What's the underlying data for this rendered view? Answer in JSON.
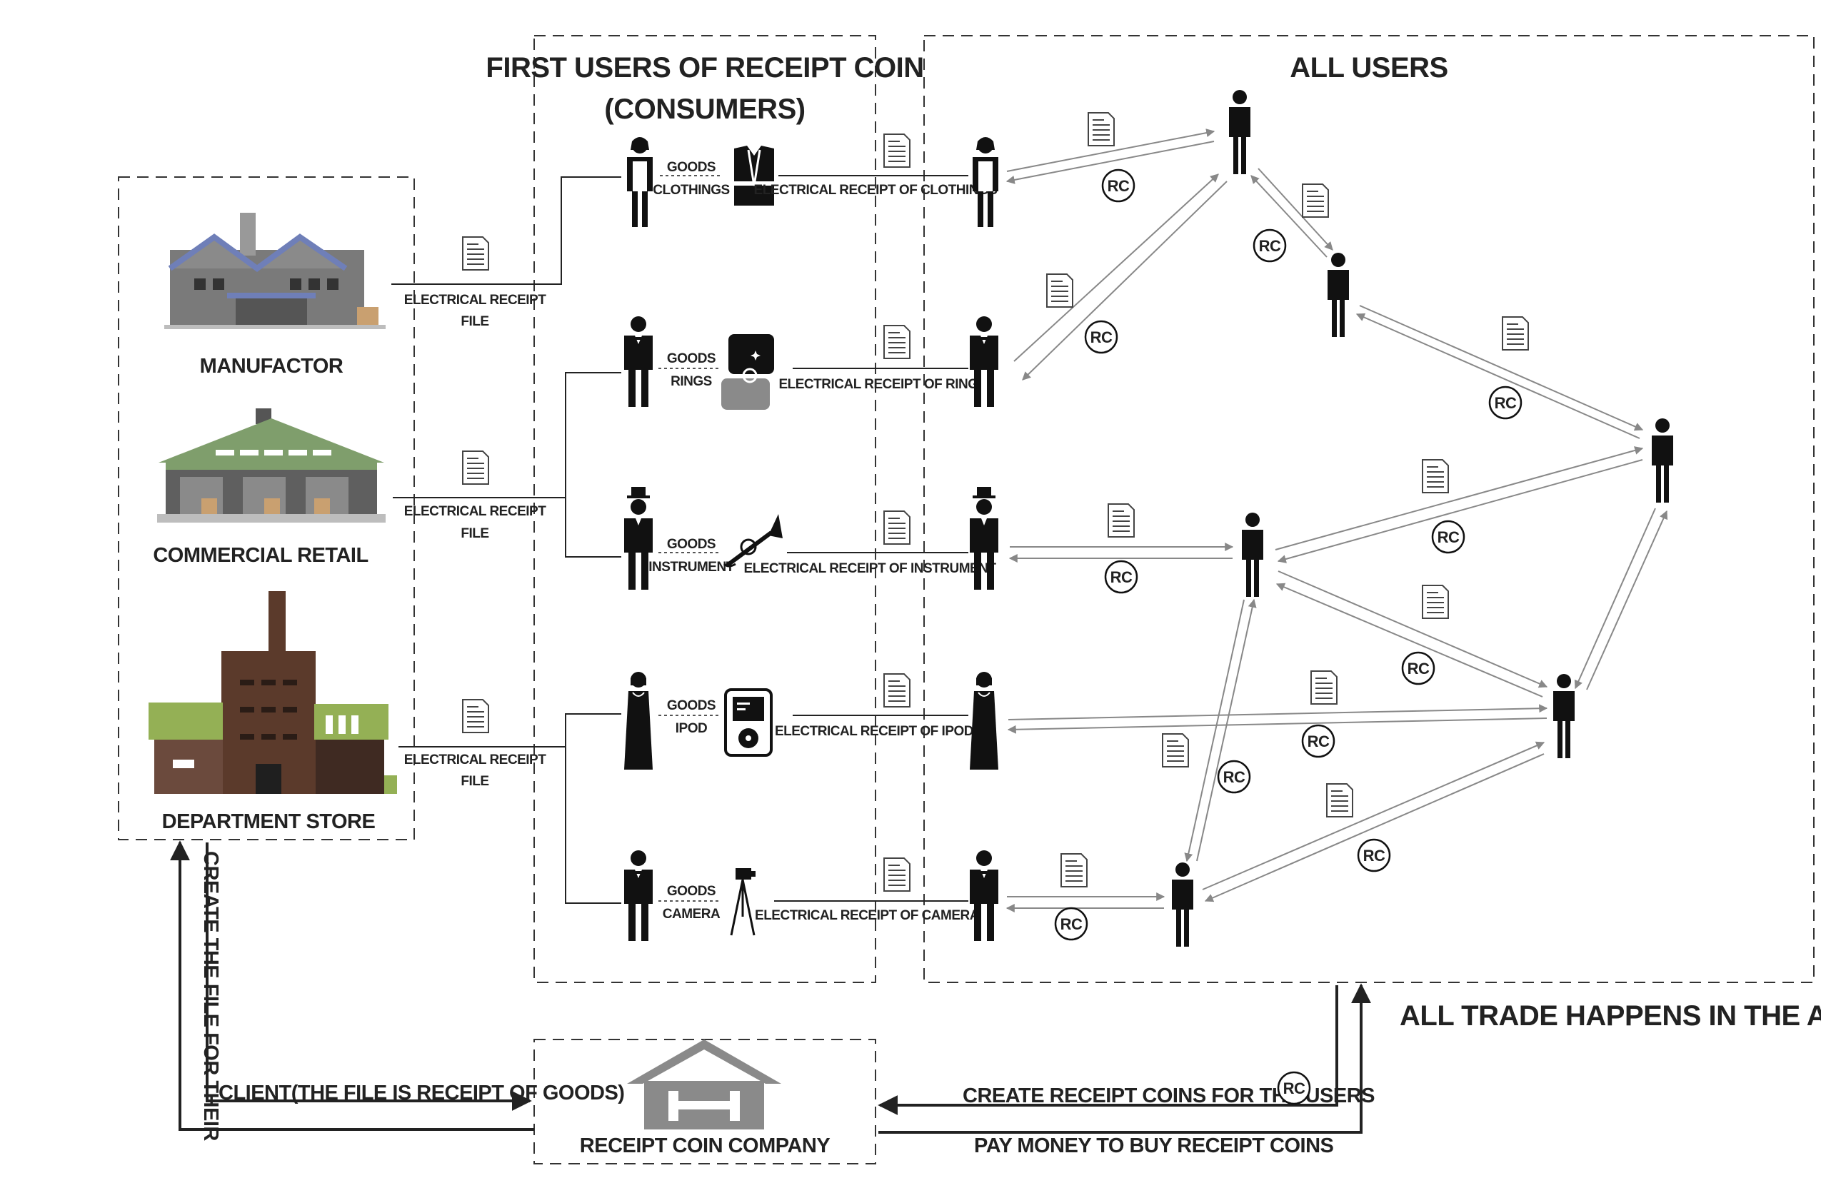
{
  "sections": {
    "first_users_title_1": "FIRST USERS OF RECEIPT COIN",
    "first_users_title_2": "(CONSUMERS)",
    "all_users_title": "ALL USERS",
    "all_trade": "ALL TRADE HAPPENS IN THE APP"
  },
  "sources": [
    {
      "label": "MANUFACTOR",
      "file_label_1": "ELECTRICAL RECEIPT",
      "file_label_2": "FILE"
    },
    {
      "label": "COMMERCIAL RETAIL",
      "file_label_1": "ELECTRICAL RECEIPT",
      "file_label_2": "FILE"
    },
    {
      "label": "DEPARTMENT STORE",
      "file_label_1": "ELECTRICAL RECEIPT",
      "file_label_2": "FILE"
    }
  ],
  "consumers": [
    {
      "goods": "GOODS",
      "item": "CLOTHINGS",
      "receipt": "ELECTRICAL RECEIPT OF CLOTHINGS"
    },
    {
      "goods": "GOODS",
      "item": "RINGS",
      "receipt": "ELECTRICAL RECEIPT OF RING"
    },
    {
      "goods": "GOODS",
      "item": "INSTRUMENT",
      "receipt": "ELECTRICAL RECEIPT OF INSTRUMENT"
    },
    {
      "goods": "GOODS",
      "item": "IPOD",
      "receipt": "ELECTRICAL RECEIPT OF IPOD"
    },
    {
      "goods": "GOODS",
      "item": "CAMERA",
      "receipt": "ELECTRICAL RECEIPT OF CAMERA"
    }
  ],
  "coin_symbol": "RC",
  "company": {
    "label": "RECEIPT COIN COMPANY"
  },
  "flows": {
    "create_file_1": "CREATE THE FILE FOR THEIR",
    "create_file_2": "CLIENT(THE FILE IS RECEIPT OF GOODS)",
    "create_coins": "CREATE RECEIPT COINS FOR THE USERS",
    "pay_money": "PAY MONEY TO BUY RECEIPT COINS"
  },
  "colors": {
    "line": "#222222",
    "trade_line": "#888888",
    "building_grey": "#7a7a7a",
    "roof_blue": "#6f7fb8",
    "roof_green": "#7f9e6c",
    "brick": "#5b3a2b"
  }
}
